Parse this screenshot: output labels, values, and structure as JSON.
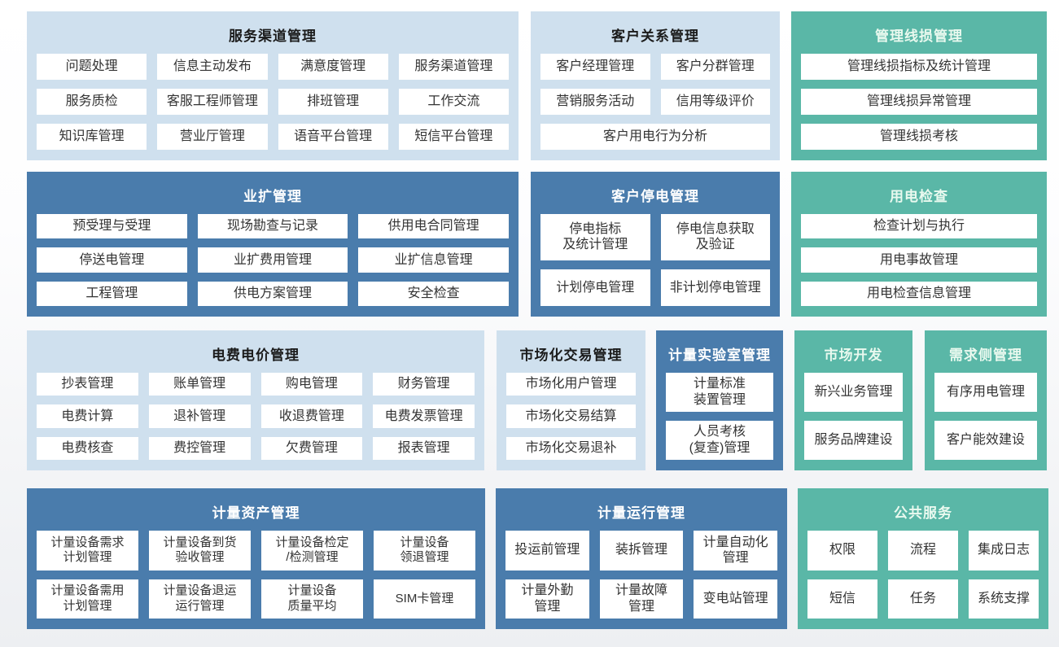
{
  "palette": {
    "light_blue": "#cfe0ee",
    "dark_blue": "#4a7cac",
    "teal": "#5ab7a7",
    "box_bg": "#ffffff",
    "box_text": "#333333",
    "teal_title_text": "#e9f9ef"
  },
  "blocks": {
    "service_channel": {
      "title": "服务渠道管理",
      "items": [
        "问题处理",
        "信息主动发布",
        "满意度管理",
        "服务渠道管理",
        "服务质检",
        "客服工程师管理",
        "排班管理",
        "工作交流",
        "知识库管理",
        "营业厅管理",
        "语音平台管理",
        "短信平台管理"
      ]
    },
    "customer_relation": {
      "title": "客户关系管理",
      "items": [
        "客户经理管理",
        "客户分群管理",
        "营销服务活动",
        "信用等级评价",
        "客户用电行为分析"
      ]
    },
    "line_loss": {
      "title": "管理线损管理",
      "items": [
        "管理线损指标及统计管理",
        "管理线损异常管理",
        "管理线损考核"
      ]
    },
    "business_expansion": {
      "title": "业扩管理",
      "items": [
        "预受理与受理",
        "现场勘查与记录",
        "供用电合同管理",
        "停送电管理",
        "业扩费用管理",
        "业扩信息管理",
        "工程管理",
        "供电方案管理",
        "安全检查"
      ]
    },
    "customer_outage": {
      "title": "客户停电管理",
      "items": [
        "停电指标\n及统计管理",
        "停电信息获取\n及验证",
        "计划停电管理",
        "非计划停电管理"
      ]
    },
    "power_inspection": {
      "title": "用电检查",
      "items": [
        "检查计划与执行",
        "用电事故管理",
        "用电检查信息管理"
      ]
    },
    "billing": {
      "title": "电费电价管理",
      "items": [
        "抄表管理",
        "账单管理",
        "购电管理",
        "财务管理",
        "电费计算",
        "退补管理",
        "收退费管理",
        "电费发票管理",
        "电费核查",
        "费控管理",
        "欠费管理",
        "报表管理"
      ]
    },
    "market_trade": {
      "title": "市场化交易管理",
      "items": [
        "市场化用户管理",
        "市场化交易结算",
        "市场化交易退补"
      ]
    },
    "metering_lab": {
      "title": "计量实验室管理",
      "items": [
        "计量标准\n装置管理",
        "人员考核\n(复查)管理"
      ]
    },
    "market_dev": {
      "title": "市场开发",
      "items": [
        "新兴业务管理",
        "服务品牌建设"
      ]
    },
    "demand_side": {
      "title": "需求侧管理",
      "items": [
        "有序用电管理",
        "客户能效建设"
      ]
    },
    "metering_asset": {
      "title": "计量资产管理",
      "items": [
        "计量设备需求\n计划管理",
        "计量设备到货\n验收管理",
        "计量设备检定\n/检测管理",
        "计量设备\n领退管理",
        "计量设备需用\n计划管理",
        "计量设备退运\n运行管理",
        "计量设备\n质量平均",
        "SIM卡管理"
      ]
    },
    "metering_operation": {
      "title": "计量运行管理",
      "items": [
        "投运前管理",
        "装拆管理",
        "计量自动化\n管理",
        "计量外勤\n管理",
        "计量故障\n管理",
        "变电站管理"
      ]
    },
    "public_service": {
      "title": "公共服务",
      "items": [
        "权限",
        "流程",
        "集成日志",
        "短信",
        "任务",
        "系统支撑"
      ]
    }
  }
}
